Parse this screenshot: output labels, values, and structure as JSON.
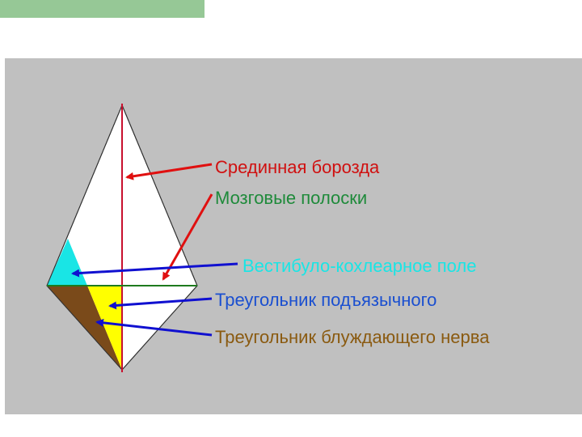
{
  "colors": {
    "top_bar": "#96c896",
    "panel": "#c0c0c0",
    "rhomb": "#ffffff",
    "median_line": "#c8102e",
    "green_line": "#1e7a1e",
    "cyan_region": "#19e5e5",
    "yellow_region": "#ffff00",
    "brown_region": "#7a4a1a",
    "arrow_red": "#e01010",
    "arrow_blue": "#1010d0",
    "label_red": "#d01010",
    "label_green": "#1e8a3a",
    "label_cyan": "#19e5e5",
    "label_blue": "#1a4fd0",
    "label_brown": "#8a5a10"
  },
  "labels": {
    "median_sulcus": "Срединная борозда",
    "medullary_striae": "Мозговые полоски",
    "vestibulocochlear_area": "Вестибуло-кохлеарное поле",
    "hypoglossal_triangle": "Треугольник подъязычного",
    "vagal_triangle": "Треугольник блуждающего нерва"
  }
}
